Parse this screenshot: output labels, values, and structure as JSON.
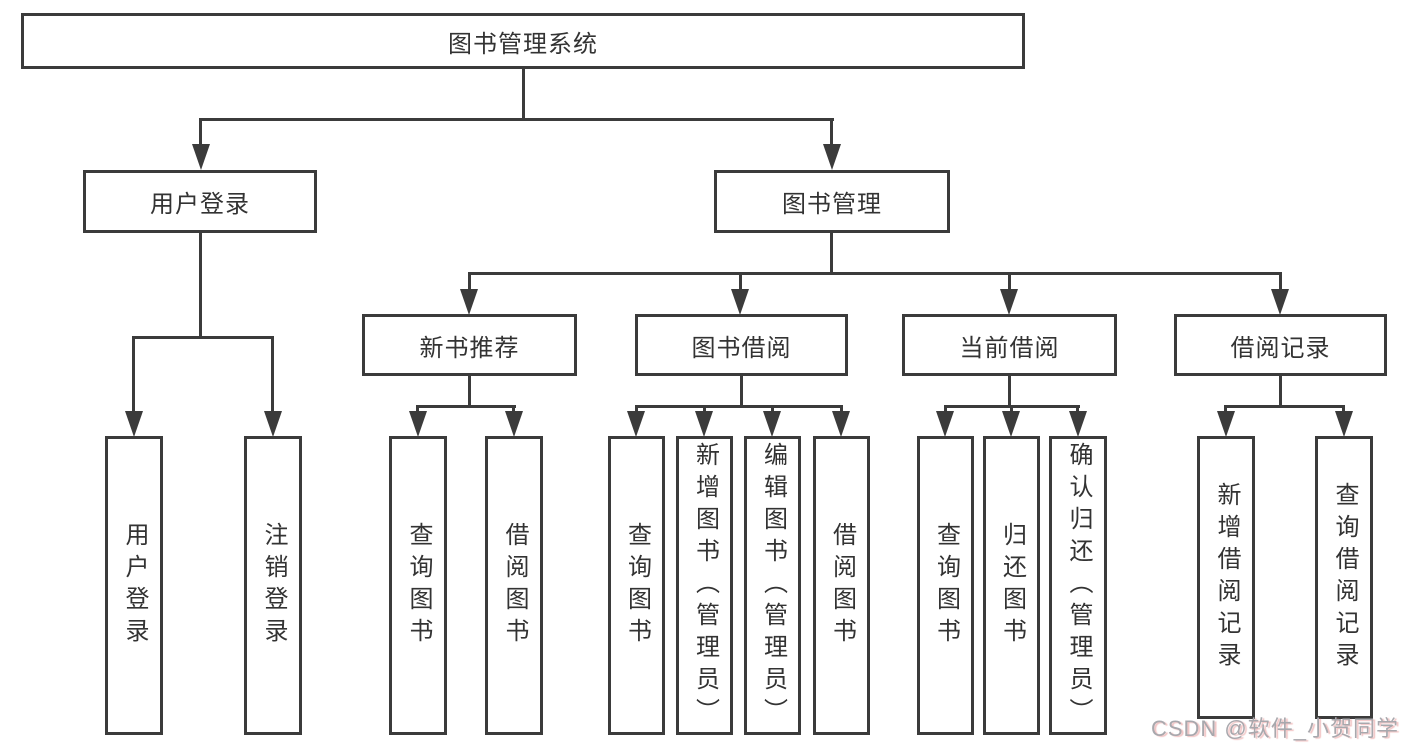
{
  "colors": {
    "line": "#3b3b3b",
    "text": "#333333",
    "background": "#ffffff",
    "watermark_gray": "#a8a8ad",
    "watermark_red_shadow": "#e17878"
  },
  "tree": {
    "root": {
      "label": "图书管理系统"
    },
    "level2": [
      {
        "label": "用户登录"
      },
      {
        "label": "图书管理"
      }
    ],
    "level3": [
      {
        "label": "新书推荐"
      },
      {
        "label": "图书借阅"
      },
      {
        "label": "当前借阅"
      },
      {
        "label": "借阅记录"
      }
    ],
    "leaves": {
      "user_login_children": [
        {
          "label": "用户登录"
        },
        {
          "label": "注销登录"
        }
      ],
      "new_book_children": [
        {
          "label": "查询图书"
        },
        {
          "label": "借阅图书"
        }
      ],
      "book_borrow_children": [
        {
          "label": "查询图书"
        },
        {
          "label": "新增图书（管理员）"
        },
        {
          "label": "编辑图书（管理员）"
        },
        {
          "label": "借阅图书"
        }
      ],
      "current_borrow_children": [
        {
          "label": "查询图书"
        },
        {
          "label": "归还图书"
        },
        {
          "label": "确认归还（管理员）"
        }
      ],
      "borrow_record_children": [
        {
          "label": "新增借阅记录"
        },
        {
          "label": "查询借阅记录"
        }
      ]
    }
  },
  "watermark": {
    "text": "CSDN @软件_小贺同学"
  }
}
